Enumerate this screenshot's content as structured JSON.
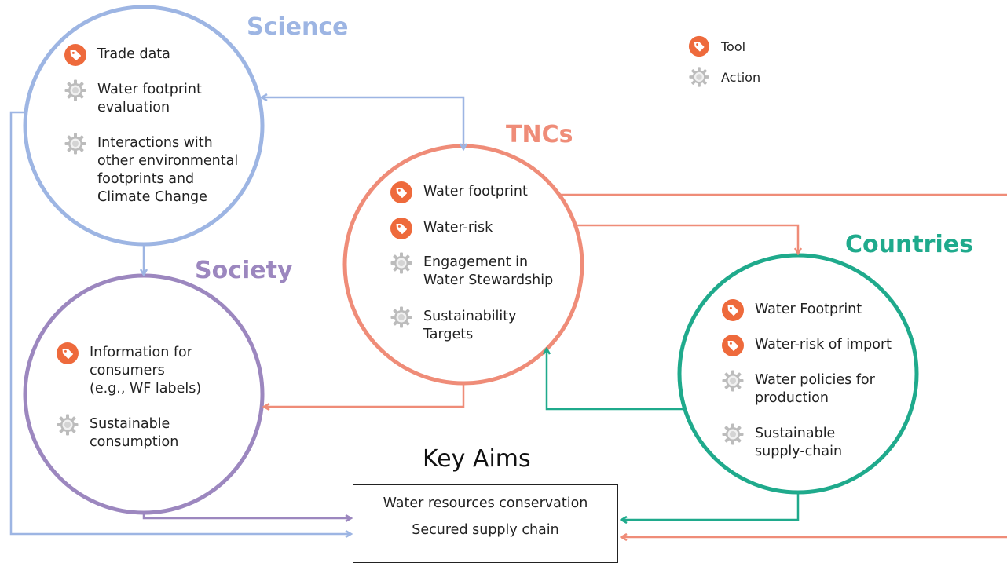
{
  "colors": {
    "science": "#9db5e3",
    "society": "#9c87bf",
    "tncs": "#ef8c78",
    "countries": "#1faa8c",
    "tool_icon": "#ee6a3c",
    "action_icon": "#bcbcbc"
  },
  "legend": {
    "tool": {
      "label": "Tool",
      "icon": "tag-icon"
    },
    "action": {
      "label": "Action",
      "icon": "gear-icon"
    }
  },
  "science": {
    "title": "Science",
    "items": [
      {
        "type": "tool",
        "text": "Trade data"
      },
      {
        "type": "action",
        "text": "Water footprint\nevaluation"
      },
      {
        "type": "action",
        "text": "Interactions with\nother environmental\nfootprints and\nClimate Change"
      }
    ]
  },
  "society": {
    "title": "Society",
    "items": [
      {
        "type": "tool",
        "text": "Information for\nconsumers\n(e.g., WF labels)"
      },
      {
        "type": "action",
        "text": "Sustainable\nconsumption"
      }
    ]
  },
  "tncs": {
    "title": "TNCs",
    "items": [
      {
        "type": "tool",
        "text": "Water footprint"
      },
      {
        "type": "tool",
        "text": "Water-risk"
      },
      {
        "type": "action",
        "text": "Engagement in\nWater Stewardship"
      },
      {
        "type": "action",
        "text": "Sustainability\nTargets"
      }
    ]
  },
  "countries": {
    "title": "Countries",
    "items": [
      {
        "type": "tool",
        "text": "Water Footprint"
      },
      {
        "type": "tool",
        "text": "Water-risk of import"
      },
      {
        "type": "action",
        "text": "Water policies for\nproduction"
      },
      {
        "type": "action",
        "text": "Sustainable\nsupply-chain"
      }
    ]
  },
  "key_aims": {
    "title": "Key Aims",
    "items": [
      "Water resources conservation",
      "Secured supply chain"
    ]
  }
}
